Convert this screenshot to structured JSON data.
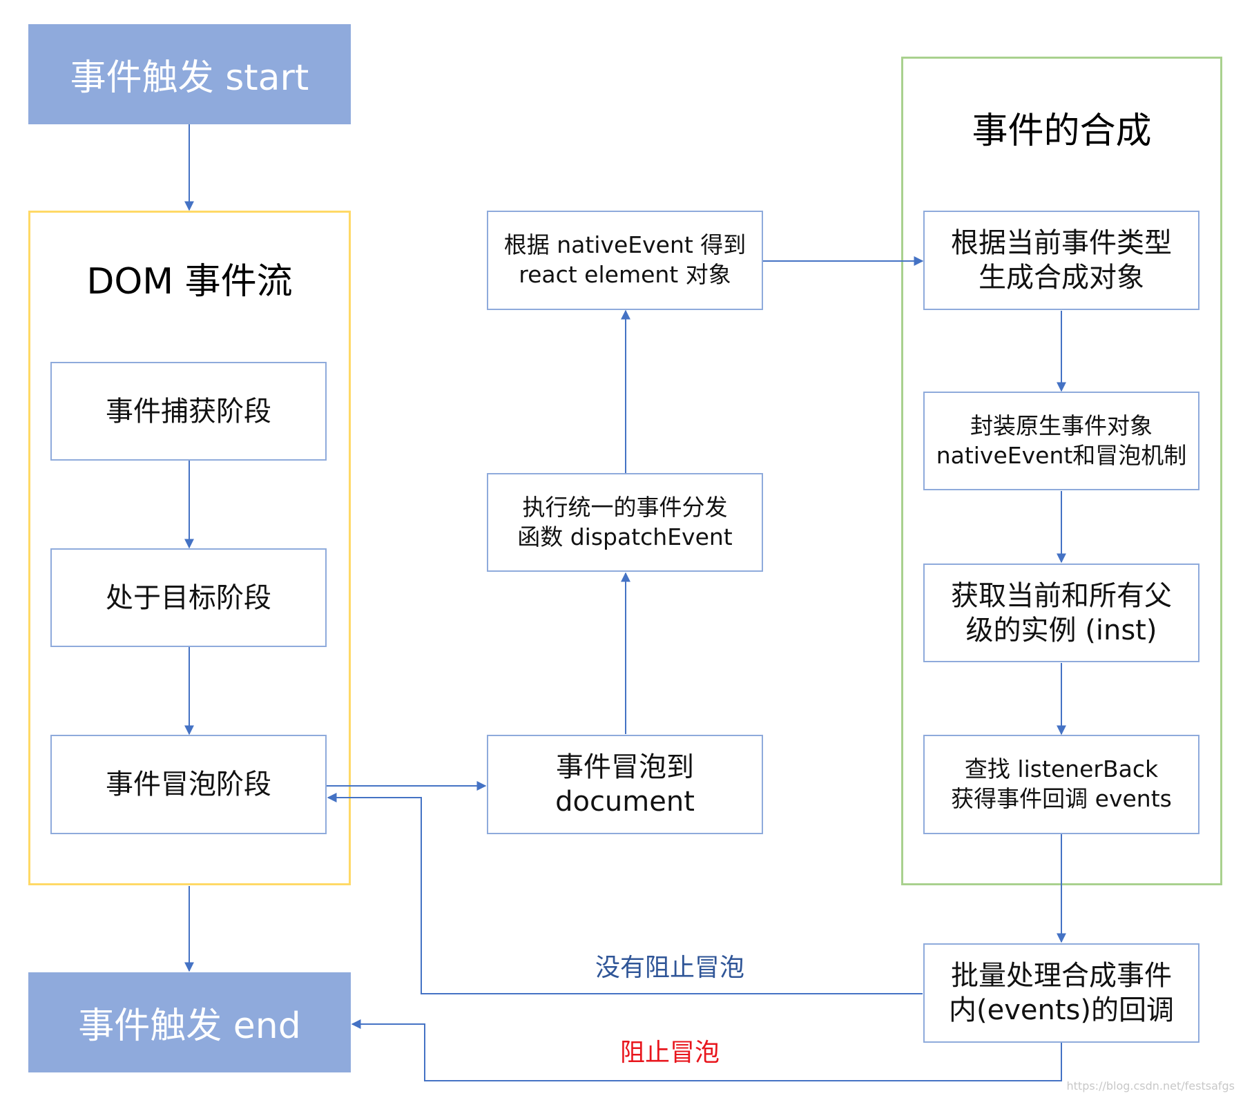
{
  "start": {
    "label": "事件触发 start"
  },
  "end": {
    "label": "事件触发 end"
  },
  "dom_flow": {
    "title": "DOM 事件流",
    "capture": "事件捕获阶段",
    "target": "处于目标阶段",
    "bubble": "事件冒泡阶段"
  },
  "middle": {
    "bubble_to_doc": {
      "line1": "事件冒泡到",
      "line2": "document"
    },
    "dispatch": {
      "line1": "执行统一的事件分发",
      "line2": "函数 dispatchEvent"
    },
    "native": {
      "line1": "根据 nativeEvent 得到",
      "line2": "react element 对象"
    }
  },
  "synthesis": {
    "title": "事件的合成",
    "create": {
      "line1": "根据当前事件类型",
      "line2": "生成合成对象"
    },
    "wrap": {
      "line1": "封装原生事件对象",
      "line2": "nativeEvent和冒泡机制"
    },
    "instances": {
      "line1": "获取当前和所有父",
      "line2": "级的实例 (inst)"
    },
    "find": {
      "line1": "查找 listenerBack",
      "line2": "获得事件回调 events"
    }
  },
  "batch": {
    "line1": "批量处理合成事件",
    "line2": "内(events)的回调"
  },
  "labels": {
    "not_stopped": "没有阻止冒泡",
    "stopped": "阻止冒泡"
  },
  "colors": {
    "terminal_fill": "#8FAADC",
    "node_border": "#8EAADB",
    "arrow": "#4472C4",
    "dom_group_border": "#FFD966",
    "synthesis_group_border": "#A9D18E",
    "not_stopped_text": "#2F5597",
    "stopped_text": "#E8161D"
  },
  "watermark": "https://blog.csdn.net/festsafgs"
}
